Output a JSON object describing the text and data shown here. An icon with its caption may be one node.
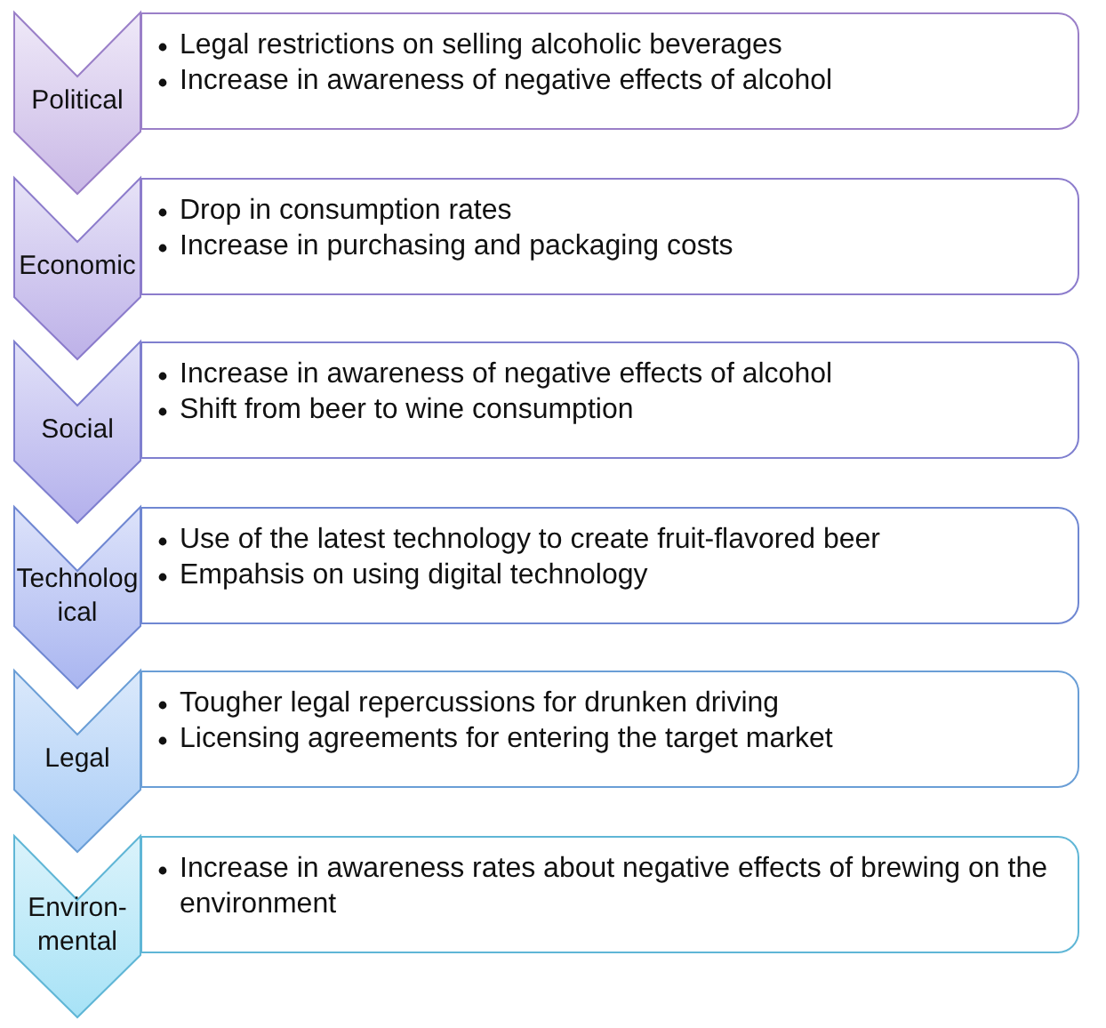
{
  "diagram": {
    "nodes": [
      {
        "text": [
          "Political"
        ]
      },
      {
        "text": [
          "Legal restrictions on selling alcoholic beverages",
          "Increase in awareness of negative effects of alcohol"
        ]
      },
      {
        "text": [
          "Economic"
        ]
      },
      {
        "text": [
          "Drop in consumption rates",
          "Increase in purchasing and packaging costs"
        ]
      },
      {
        "text": [
          "Social"
        ]
      },
      {
        "text": [
          "Increase in awareness of negative effects of alcohol",
          "Shift from beer to wine consumption"
        ]
      },
      {
        "text": [
          "Technological"
        ]
      },
      {
        "text": [
          "Use of the latest technology to create fruit-flavored beer",
          "Empahsis on using digital technology"
        ]
      },
      {
        "text": [
          "Legal"
        ]
      },
      {
        "text": [
          "Tougher legal repercussions for drunken driving",
          "Licensing agreements for entering the target market"
        ]
      },
      {
        "text": [
          "Environ-mental"
        ]
      },
      {
        "text": [
          "Increase in awareness rates about negative effects of brewing on the environment"
        ]
      }
    ],
    "edges": []
  }
}
